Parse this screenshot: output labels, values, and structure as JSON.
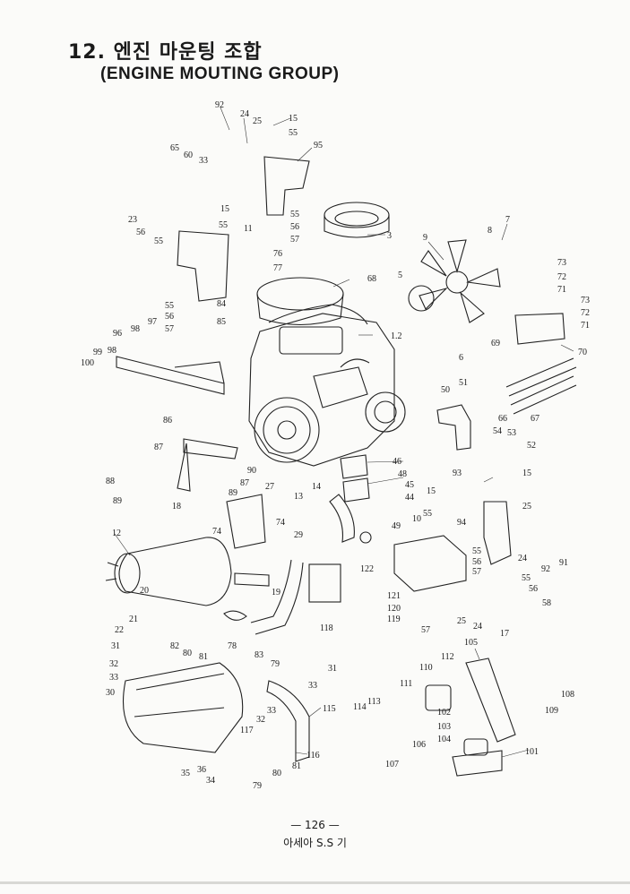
{
  "header": {
    "title_ko": "12. 엔진 마운팅 조합",
    "title_en": "(ENGINE MOUTING GROUP)"
  },
  "part_numbers": [
    "92",
    "24",
    "25",
    "15",
    "55",
    "65",
    "60",
    "33",
    "95",
    "23",
    "15",
    "56",
    "55",
    "55",
    "11",
    "3",
    "7",
    "8",
    "9",
    "73",
    "72",
    "71",
    "73",
    "72",
    "71",
    "55",
    "56",
    "57",
    "76",
    "77",
    "68",
    "5",
    "84",
    "85",
    "55",
    "56",
    "57",
    "1.2",
    "69",
    "70",
    "96",
    "97",
    "98",
    "99",
    "98",
    "100",
    "6",
    "51",
    "50",
    "66",
    "67",
    "53",
    "54",
    "52",
    "86",
    "87",
    "88",
    "90",
    "87",
    "89",
    "89",
    "46",
    "48",
    "27",
    "14",
    "13",
    "15",
    "45",
    "44",
    "93",
    "15",
    "25",
    "94",
    "18",
    "74",
    "74",
    "29",
    "49",
    "10",
    "55",
    "12",
    "122",
    "55",
    "56",
    "57",
    "24",
    "92",
    "91",
    "55",
    "56",
    "121",
    "120",
    "119",
    "58",
    "19",
    "20",
    "21",
    "22",
    "118",
    "25",
    "24",
    "17",
    "57",
    "82",
    "80",
    "81",
    "78",
    "83",
    "31",
    "105",
    "32",
    "33",
    "79",
    "31",
    "33",
    "112",
    "110",
    "108",
    "30",
    "111",
    "113",
    "114",
    "102",
    "103",
    "104",
    "109",
    "115",
    "32",
    "33",
    "117",
    "106",
    "107",
    "101",
    "116",
    "81",
    "80",
    "35",
    "36",
    "34",
    "79"
  ],
  "footer": {
    "page": "— 126 —",
    "model": "아세아 S.S 기"
  }
}
